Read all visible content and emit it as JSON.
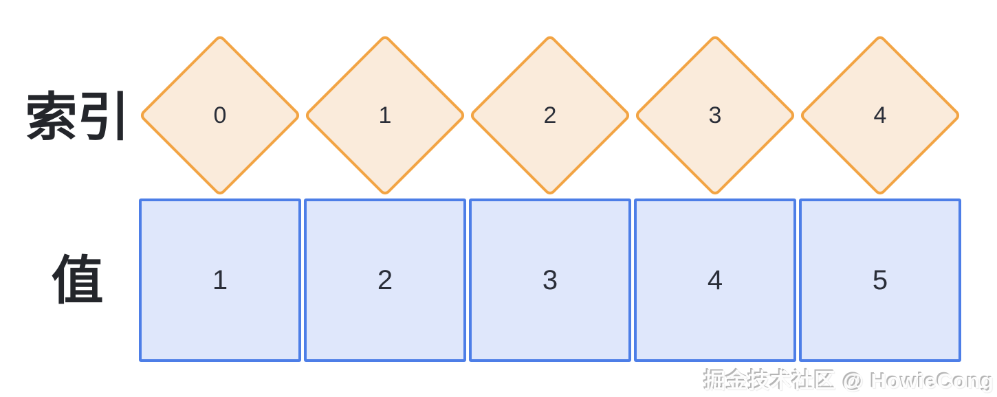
{
  "labels": {
    "index": "索引",
    "value": "值"
  },
  "array": {
    "columns": [
      {
        "index": "0",
        "value": "1"
      },
      {
        "index": "1",
        "value": "2"
      },
      {
        "index": "2",
        "value": "3"
      },
      {
        "index": "3",
        "value": "4"
      },
      {
        "index": "4",
        "value": "5"
      }
    ]
  },
  "watermark": {
    "text": "掘金技术社区 @ HowieCong"
  },
  "colors": {
    "diamond_border": "#F2A444",
    "diamond_fill": "#FAEBDB",
    "square_border": "#4D7EE7",
    "square_fill": "#DFE7FB",
    "num_color": "#2A2E38",
    "label_color": "#24262B"
  }
}
